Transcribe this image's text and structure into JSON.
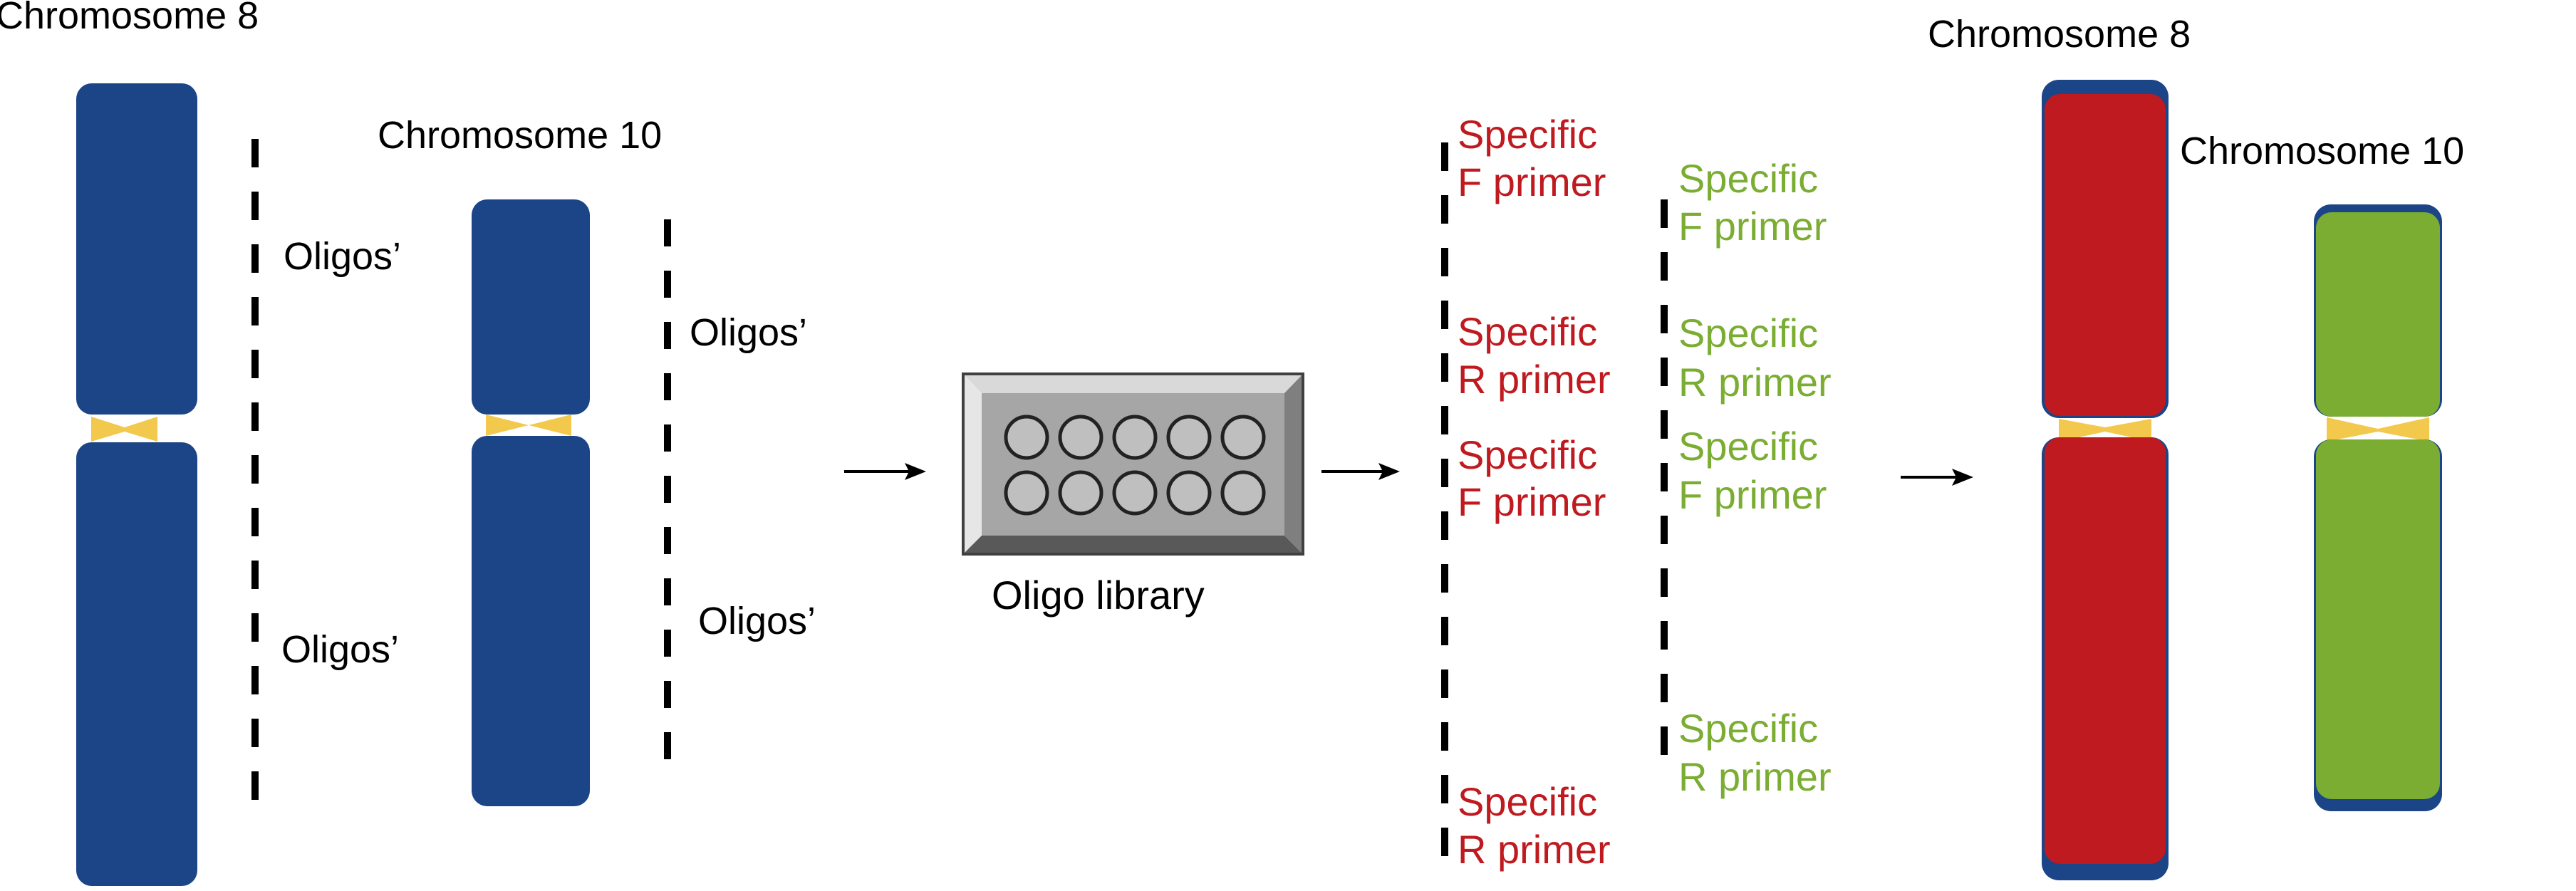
{
  "colors": {
    "chromosome_blue": "#1c4587",
    "centromere_yellow": "#f2c94c",
    "specific_red": "#bf1a1f",
    "specific_green": "#7aad32",
    "library_gray": "#a6a6a6",
    "text_black": "#000000"
  },
  "left_panel": {
    "chr8_label": "Chromosome 8",
    "chr10_label": "Chromosome 10",
    "oligo_label_1": "Oligos’",
    "oligo_label_2": "Oligos’",
    "oligo_label_3": "Oligos’",
    "oligo_label_4": "Oligos’"
  },
  "library": {
    "label": "Oligo library",
    "well_rows": 2,
    "well_cols": 5
  },
  "primers": {
    "red": [
      {
        "line1": "Specific",
        "line2": "F primer"
      },
      {
        "line1": "Specific",
        "line2": "R primer"
      },
      {
        "line1": "Specific",
        "line2": "F primer"
      },
      {
        "line1": "Specific",
        "line2": "R primer"
      }
    ],
    "green": [
      {
        "line1": "Specific",
        "line2": "F primer"
      },
      {
        "line1": "Specific",
        "line2": "R primer"
      },
      {
        "line1": "Specific",
        "line2": "F primer"
      },
      {
        "line1": "Specific",
        "line2": "R primer"
      }
    ]
  },
  "right_panel": {
    "chr8_label": "Chromosome 8",
    "chr10_label": "Chromosome 10"
  },
  "arrows": [
    "arrow-icon",
    "arrow-icon",
    "arrow-icon"
  ]
}
